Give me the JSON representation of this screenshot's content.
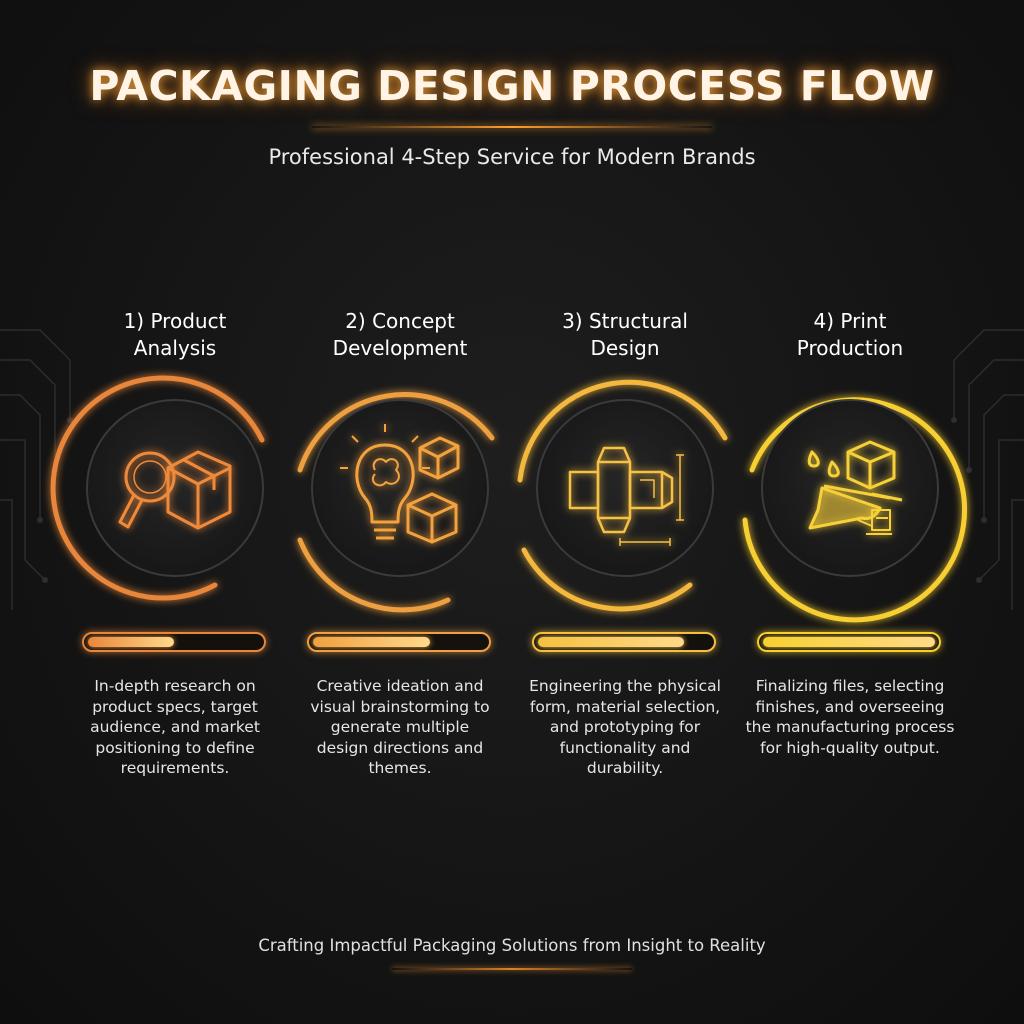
{
  "header": {
    "title": "PACKAGING DESIGN PROCESS FLOW",
    "subtitle": "Professional 4-Step Service for Modern Brands"
  },
  "steps": [
    {
      "title": "1) Product\nAnalysis",
      "icon": "magnifier-box-icon",
      "color": "#e8873a",
      "progress": 0.5,
      "description": "In-depth research on\nproduct specs, target\naudience, and market\npositioning to define\nrequirements."
    },
    {
      "title": "2) Concept\nDevelopment",
      "icon": "lightbulb-brain-icon",
      "color": "#f0a040",
      "progress": 0.68,
      "description": "Creative ideation and\nvisual brainstorming to\ngenerate multiple\ndesign directions and\nthemes."
    },
    {
      "title": "3) Structural\nDesign",
      "icon": "dieline-box-icon",
      "color": "#f5c040",
      "progress": 0.85,
      "description": "Engineering the physical\nform, material selection,\nand prototyping for\nfunctionality and\ndurability."
    },
    {
      "title": "4) Print\nProduction",
      "icon": "print-roller-icon",
      "color": "#f7d030",
      "progress": 1.0,
      "description": "Finalizing files, selecting\nfinishes, and overseeing\nthe manufacturing process\nfor high-quality output."
    }
  ],
  "footer": {
    "tagline": "Crafting Impactful Packaging Solutions from Insight to Reality"
  }
}
